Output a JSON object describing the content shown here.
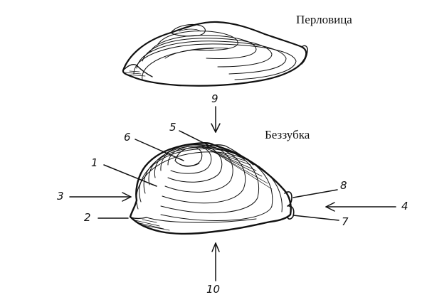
{
  "diagram": {
    "titles": {
      "top_shell": "Перловица",
      "bottom_shell": "Беззубка"
    },
    "labels": {
      "l1": "1",
      "l2": "2",
      "l3": "3",
      "l4": "4",
      "l5": "5",
      "l6": "6",
      "l7": "7",
      "l8": "8",
      "l9": "9",
      "l10": "10"
    },
    "colors": {
      "ink": "#111111",
      "background": "#ffffff"
    }
  }
}
